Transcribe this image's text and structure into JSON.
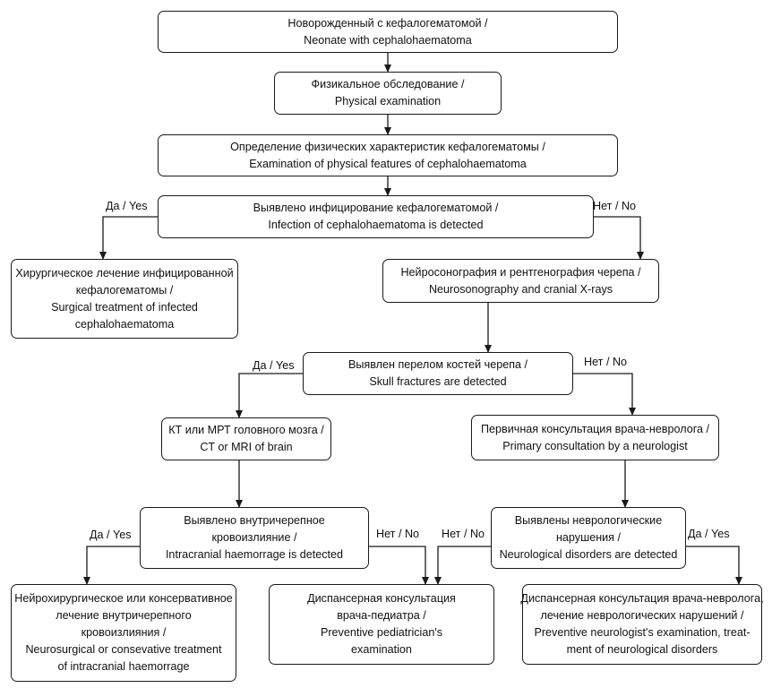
{
  "nodes": {
    "neonate": [
      "Новорожденный с кефалогематомой /",
      "Neonate with cephalohaematoma"
    ],
    "physical_exam": [
      "Физикальное обследование /",
      "Physical examination"
    ],
    "features_exam": [
      "Определение физических характеристик кефалогематомы /",
      "Examination of physical features of cephalohaematoma"
    ],
    "infection_detected": [
      "Выявлено инфицирование кефалогематомой /",
      "Infection of cephalohaematoma is detected"
    ],
    "surgical_treatment": [
      "Хирургическое лечение инфицированной",
      "кефалогематомы /",
      "Surgical treatment of infected",
      "cephalohaematoma"
    ],
    "neurosonography": [
      "Нейросонография и рентгенография черепа /",
      "Neurosonography and cranial X-rays"
    ],
    "skull_fracture": [
      "Выявлен перелом костей черепа /",
      "Skull fractures are detected"
    ],
    "ct_mri": [
      "КТ или МРТ головного мозга /",
      "CT or MRI of brain"
    ],
    "neurologist_consult": [
      "Первичная консультация врача-невролога  /",
      "Primary consultation by a neurologist"
    ],
    "haemorrhage_detected": [
      "Выявлено внутричерепное",
      "кровоизлияние /",
      "Intracranial haemorrage is detected"
    ],
    "neuro_disorders": [
      "Выявлены неврологические",
      "нарушения /",
      "Neurological disorders are detected"
    ],
    "neurosurgical_treatment": [
      "Нейрохирургическое или консервативное",
      "лечение внутричерепного",
      "кровоизлияния /",
      "Neurosurgical or consevative treatment",
      "of intracranial haemorrage"
    ],
    "pediatrician": [
      "Диспансерная консультация",
      "врача-педиатра /",
      "Preventive pediatrician's",
      "examination"
    ],
    "neurologist_preventive": [
      "Диспансерная консультация врача-невролога,",
      "лечение неврологических нарушений /",
      "Preventive neurologist's examination, treat-",
      "ment of neurological disorders"
    ]
  },
  "edge_labels": {
    "yes": "Да / Yes",
    "no": "Нет / No"
  },
  "colors": {
    "line": "#1a1a1a",
    "background": "#ffffff"
  }
}
